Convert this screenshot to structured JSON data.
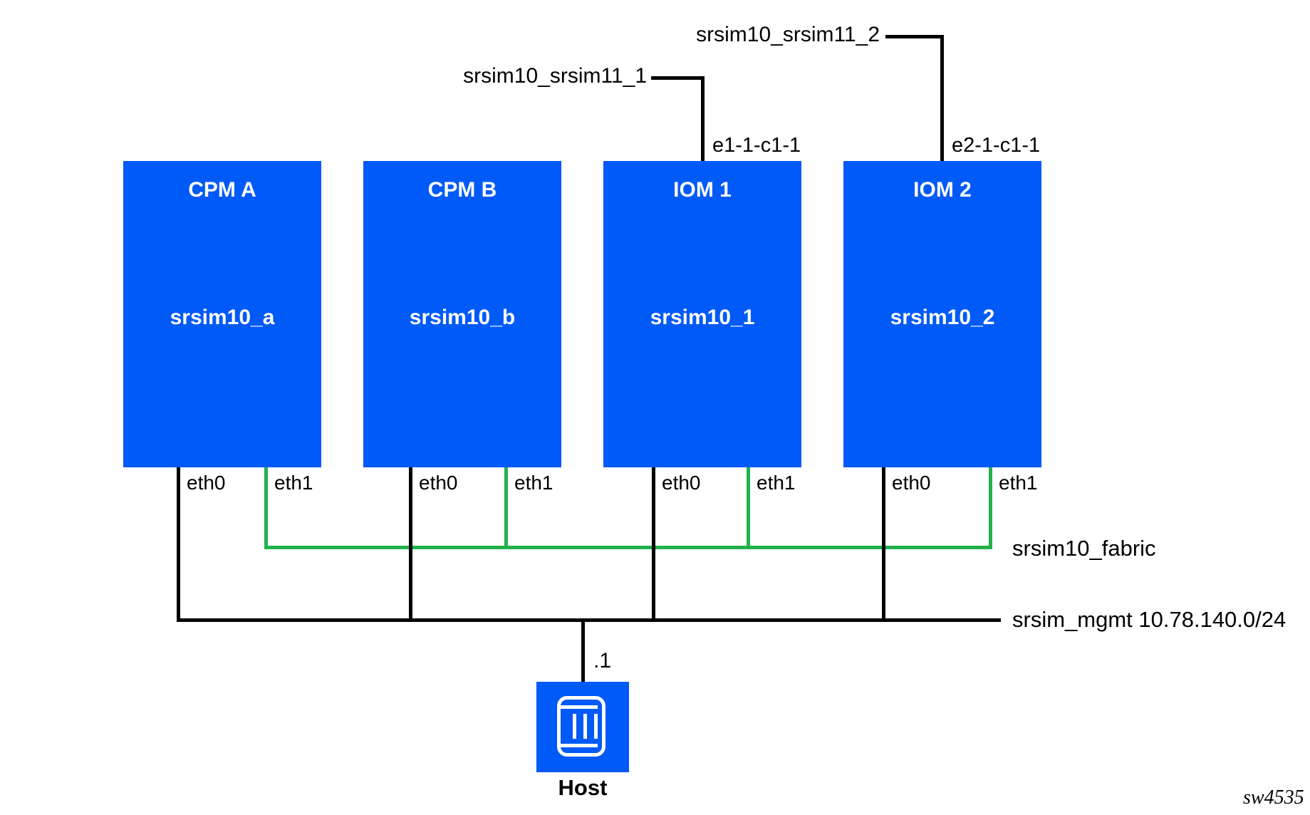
{
  "colors": {
    "node_fill": "#005AF7",
    "fabric_line_green": "#21B24C",
    "mgmt_line_black": "#000000",
    "node_text": "#FFFFFF",
    "background": "#FFFFFF"
  },
  "nodes": [
    {
      "title": "CPM A",
      "name": "srsim10_a",
      "ports": [
        "eth0",
        "eth1"
      ]
    },
    {
      "title": "CPM B",
      "name": "srsim10_b",
      "ports": [
        "eth0",
        "eth1"
      ]
    },
    {
      "title": "IOM 1",
      "name": "srsim10_1",
      "ports": [
        "eth0",
        "eth1"
      ]
    },
    {
      "title": "IOM 2",
      "name": "srsim10_2",
      "ports": [
        "eth0",
        "eth1"
      ]
    }
  ],
  "top_links": [
    {
      "label": "srsim10_srsim11_1",
      "port": "e1-1-c1-1"
    },
    {
      "label": "srsim10_srsim11_2",
      "port": "e2-1-c1-1"
    }
  ],
  "networks": {
    "fabric": "srsim10_fabric",
    "mgmt": "srsim_mgmt 10.78.140.0/24"
  },
  "host": {
    "label": "Host",
    "ip": ".1"
  },
  "watermark": "sw4535"
}
